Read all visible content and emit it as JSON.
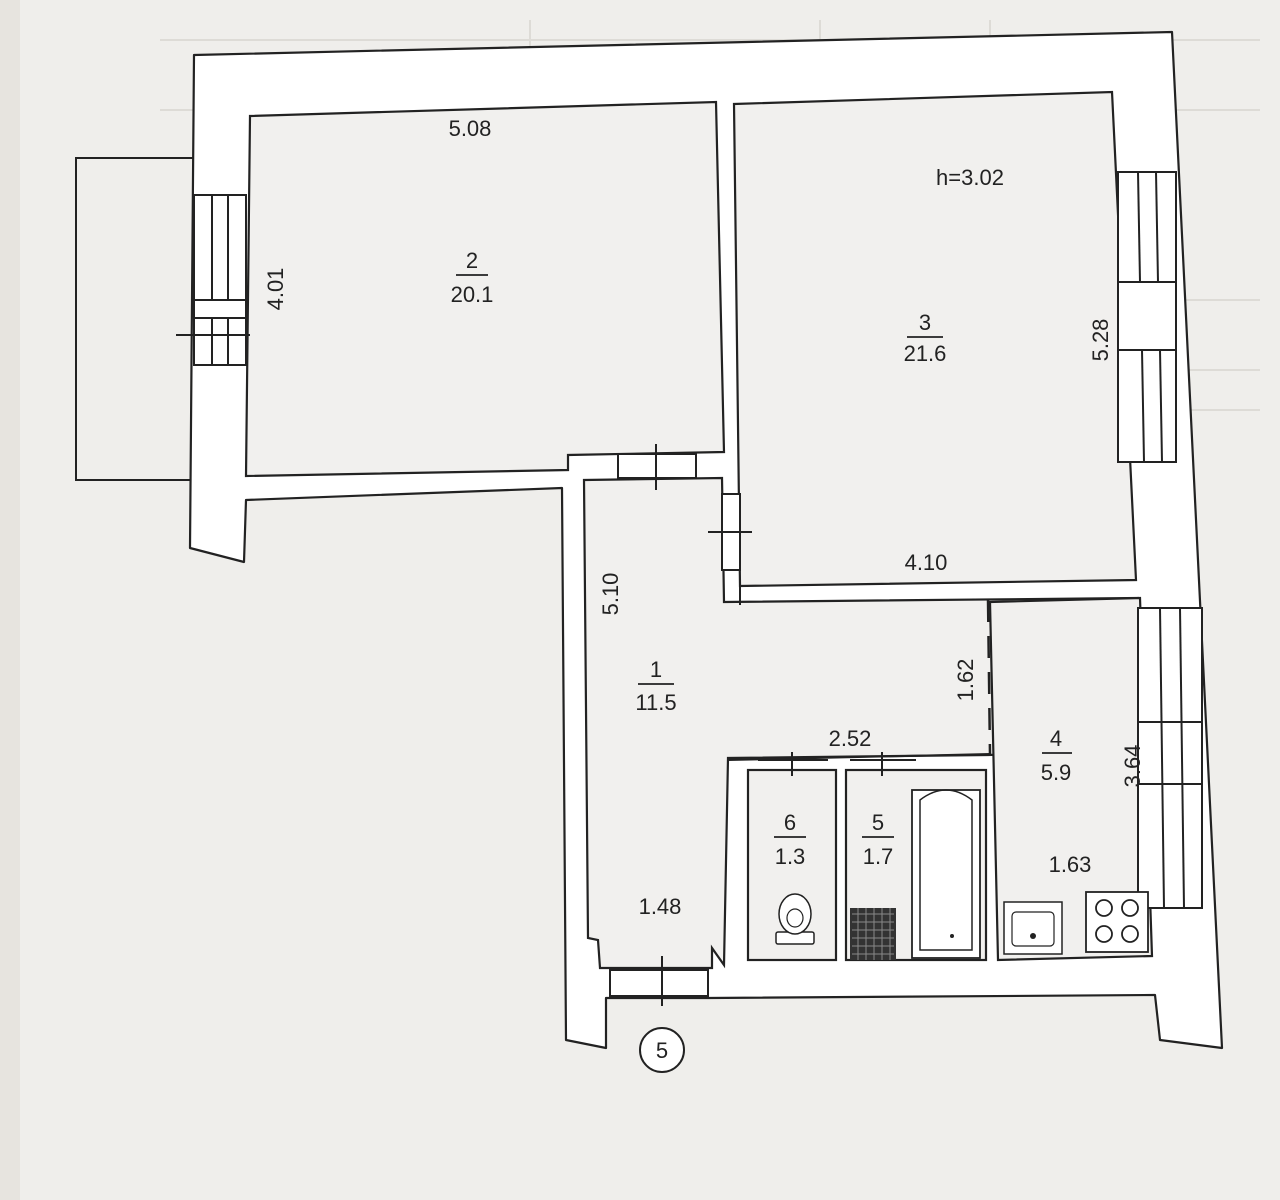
{
  "plan": {
    "ceiling_height": "h=3.02",
    "entrance_marker": "5",
    "rooms": [
      {
        "number": "1",
        "area": "11.5"
      },
      {
        "number": "2",
        "area": "20.1"
      },
      {
        "number": "3",
        "area": "21.6"
      },
      {
        "number": "4",
        "area": "5.9"
      },
      {
        "number": "5",
        "area": "1.7"
      },
      {
        "number": "6",
        "area": "1.3"
      }
    ],
    "dimensions": {
      "room2_width": "5.08",
      "room2_depth": "4.01",
      "room3_depth": "5.28",
      "room3_width": "4.10",
      "hall_length": "5.10",
      "hall_width": "1.48",
      "bath_block_width": "2.52",
      "kitchen_partition": "1.62",
      "kitchen_depth": "3.64",
      "kitchen_width": "1.63"
    }
  },
  "colors": {
    "paper": "#f1f0ee",
    "outer": "#d8d4cc",
    "line": "#222222"
  }
}
